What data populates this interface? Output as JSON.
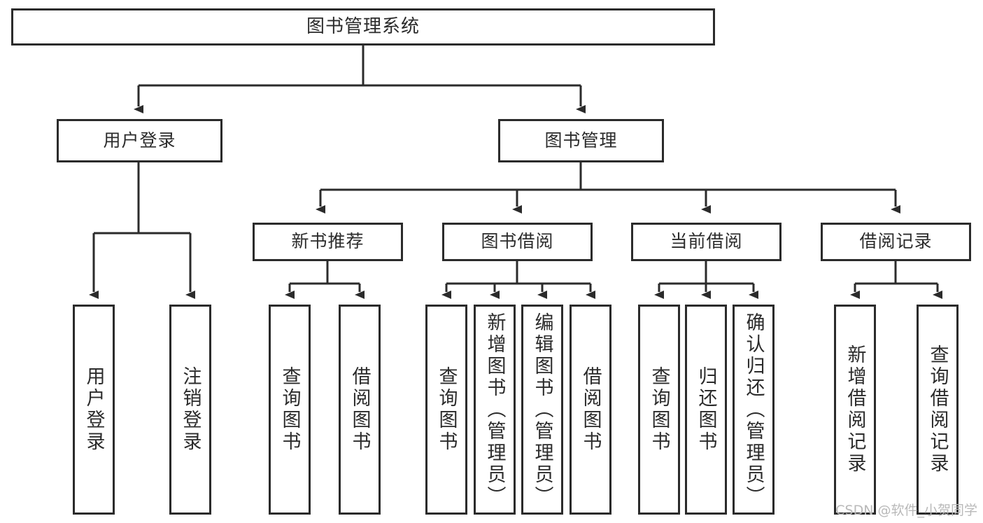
{
  "diagram": {
    "type": "tree-hierarchy-diagram",
    "title": "图书管理系统",
    "theme": {
      "stroke": "#2b2b2b",
      "fill": "#ffffff",
      "background": "#ffffff",
      "text": "#2b2b2b",
      "watermark_color": "#b9b9b9"
    },
    "root": {
      "label": "图书管理系统"
    },
    "level2": [
      {
        "id": "user-login",
        "label": "用户登录"
      },
      {
        "id": "book-management",
        "label": "图书管理"
      }
    ],
    "level3": [
      {
        "id": "new-book-recommend",
        "label": "新书推荐",
        "parent": "book-management"
      },
      {
        "id": "book-borrow",
        "label": "图书借阅",
        "parent": "book-management"
      },
      {
        "id": "current-borrow",
        "label": "当前借阅",
        "parent": "book-management"
      },
      {
        "id": "borrow-record",
        "label": "借阅记录",
        "parent": "book-management"
      }
    ],
    "leaves": [
      {
        "id": "leaf-user-login",
        "label": "用户登录",
        "parent": "user-login"
      },
      {
        "id": "leaf-user-logout",
        "label": "注销登录",
        "parent": "user-login"
      },
      {
        "id": "leaf-query-book-1",
        "label": "查询图书",
        "parent": "new-book-recommend"
      },
      {
        "id": "leaf-borrow-book-1",
        "label": "借阅图书",
        "parent": "new-book-recommend"
      },
      {
        "id": "leaf-query-book-2",
        "label": "查询图书",
        "parent": "book-borrow"
      },
      {
        "id": "leaf-add-book",
        "label": "新增图书（管理员）",
        "parent": "book-borrow"
      },
      {
        "id": "leaf-edit-book",
        "label": "编辑图书（管理员）",
        "parent": "book-borrow"
      },
      {
        "id": "leaf-borrow-book-2",
        "label": "借阅图书",
        "parent": "book-borrow"
      },
      {
        "id": "leaf-query-book-3",
        "label": "查询图书",
        "parent": "current-borrow"
      },
      {
        "id": "leaf-return-book",
        "label": "归还图书",
        "parent": "current-borrow"
      },
      {
        "id": "leaf-confirm-return",
        "label": "确认归还（管理员）",
        "parent": "current-borrow"
      },
      {
        "id": "leaf-add-record",
        "label": "新增借阅记录",
        "parent": "borrow-record"
      },
      {
        "id": "leaf-query-record",
        "label": "查询借阅记录",
        "parent": "borrow-record"
      }
    ],
    "watermark": "CSDN @软件_小贺同学"
  }
}
